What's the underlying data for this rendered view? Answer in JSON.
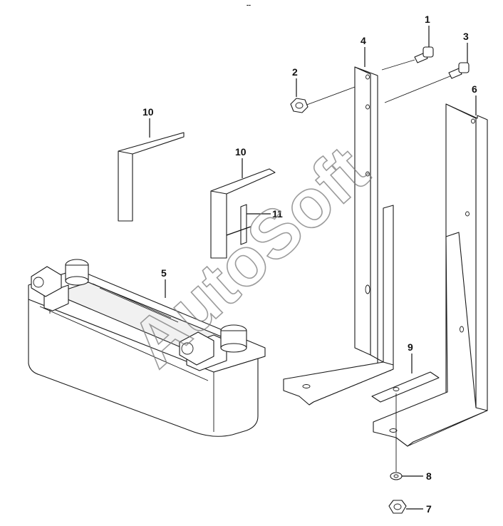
{
  "watermark": "AutoSoft",
  "top_mark": "-- ",
  "callouts": {
    "c1": "1",
    "c2": "2",
    "c3": "3",
    "c4": "4",
    "c5": "5",
    "c6": "6",
    "c7": "7",
    "c8": "8",
    "c9": "9",
    "c10a": "10",
    "c10b": "10",
    "c11": "11"
  },
  "colors": {
    "line": "#1a1a1a",
    "watermark": "#7a7a7a",
    "background": "#ffffff"
  }
}
